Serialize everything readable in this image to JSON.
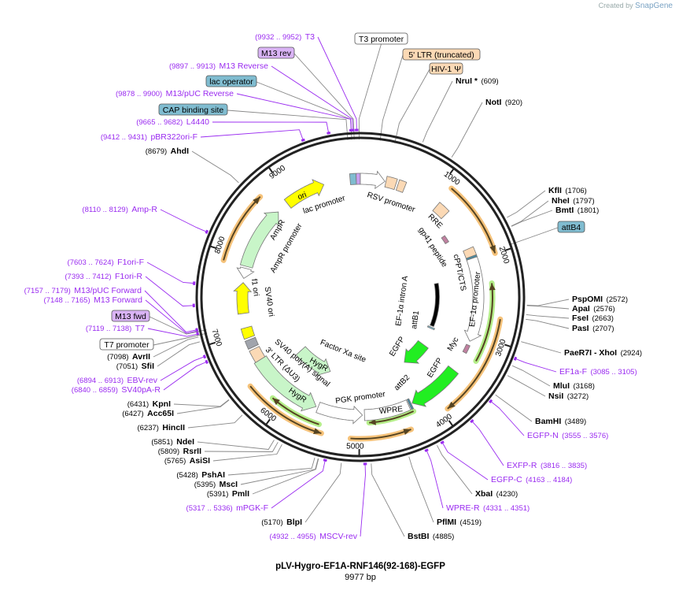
{
  "credit": {
    "prefix": "Created by",
    "brand": "SnapGene"
  },
  "map": {
    "title": "pLV-Hygro-EF1A-RNF146(92-168)-EGFP",
    "length_label": "9977 bp",
    "length_bp": 9977,
    "ticks": [
      "1000",
      "2000",
      "3000",
      "4000",
      "5000",
      "6000",
      "7000",
      "8000",
      "9000"
    ]
  },
  "colors": {
    "primer": "#9a2bf0",
    "enzyme": "#000000",
    "ring": "#222222",
    "orf": "#f5b04a",
    "promoter_box": "#ffffff",
    "ltr": "#fbd9b5",
    "ampr_hygr": "#c8f5c8",
    "egfp": "#22ee22",
    "ori": "#ffff00",
    "operator": "#80bcd0",
    "m13": "#d9b3f5"
  },
  "features": [
    {
      "name": "ori"
    },
    {
      "name": "lac promoter"
    },
    {
      "name": "RSV promoter"
    },
    {
      "name": "RRE"
    },
    {
      "name": "gp41 peptide"
    },
    {
      "name": "cPPT/CTS"
    },
    {
      "name": "EF-1α promoter"
    },
    {
      "name": "Myc"
    },
    {
      "name": "EF-1α intron A"
    },
    {
      "name": "attB1"
    },
    {
      "name": "EGFP"
    },
    {
      "name": "EGFP"
    },
    {
      "name": "attB2"
    },
    {
      "name": "WPRE"
    },
    {
      "name": "PGK promoter"
    },
    {
      "name": "Factor Xa site"
    },
    {
      "name": "HygR"
    },
    {
      "name": "HygR"
    },
    {
      "name": "SV40 poly(A) signal"
    },
    {
      "name": "3' LTR (ΔU3)"
    },
    {
      "name": "SV40 ori"
    },
    {
      "name": "f1 ori"
    },
    {
      "name": "AmpR promoter"
    },
    {
      "name": "AmpR"
    }
  ],
  "labels": [
    {
      "type": "primer",
      "range": "(9932 .. 9952)",
      "name": "T3",
      "bp": 9942
    },
    {
      "type": "box",
      "name": "M13 rev",
      "bp": 9915,
      "color": "#d9b3f5"
    },
    {
      "type": "primer",
      "range": "(9897 .. 9913)",
      "name": "M13 Reverse",
      "bp": 9905
    },
    {
      "type": "box",
      "name": "lac operator",
      "bp": 9890,
      "color": "#80bcd0"
    },
    {
      "type": "primer",
      "range": "(9878 .. 9900)",
      "name": "M13/pUC Reverse",
      "bp": 9889
    },
    {
      "type": "box",
      "name": "CAP binding site",
      "bp": 9850,
      "color": "#80bcd0"
    },
    {
      "type": "primer",
      "range": "(9665 .. 9682)",
      "name": "L4440",
      "bp": 9673
    },
    {
      "type": "primer",
      "range": "(9412 .. 9431)",
      "name": "pBR322ori-F",
      "bp": 9421
    },
    {
      "type": "enzyme",
      "range": "(8679)",
      "name": "AhdI",
      "bp": 8679
    },
    {
      "type": "primer",
      "range": "(8110 .. 8129)",
      "name": "Amp-R",
      "bp": 8119
    },
    {
      "type": "primer",
      "range": "(7603 .. 7624)",
      "name": "F1ori-F",
      "bp": 7613
    },
    {
      "type": "primer",
      "range": "(7393 .. 7412)",
      "name": "F1ori-R",
      "bp": 7402
    },
    {
      "type": "primer",
      "range": "(7157 .. 7179)",
      "name": "M13/pUC Forward",
      "bp": 7168
    },
    {
      "type": "primer",
      "range": "(7148 .. 7165)",
      "name": "M13 Forward",
      "bp": 7156
    },
    {
      "type": "box",
      "name": "M13 fwd",
      "bp": 7150,
      "color": "#d9b3f5"
    },
    {
      "type": "primer",
      "range": "(7119 .. 7138)",
      "name": "T7",
      "bp": 7128
    },
    {
      "type": "box",
      "name": "T7 promoter",
      "bp": 7115,
      "color": "#ffffff"
    },
    {
      "type": "enzyme",
      "range": "(7098)",
      "name": "AvrII",
      "bp": 7098
    },
    {
      "type": "enzyme",
      "range": "(7051)",
      "name": "SfiI",
      "bp": 7051
    },
    {
      "type": "primer",
      "range": "(6894 .. 6913)",
      "name": "EBV-rev",
      "bp": 6903
    },
    {
      "type": "primer",
      "range": "(6840 .. 6859)",
      "name": "SV40pA-R",
      "bp": 6849
    },
    {
      "type": "enzyme",
      "range": "(6431)",
      "name": "KpnI",
      "bp": 6431
    },
    {
      "type": "enzyme",
      "range": "(6427)",
      "name": "Acc65I",
      "bp": 6427
    },
    {
      "type": "enzyme",
      "range": "(6237)",
      "name": "HincII",
      "bp": 6237
    },
    {
      "type": "enzyme",
      "range": "(5851)",
      "name": "NdeI",
      "bp": 5851
    },
    {
      "type": "enzyme",
      "range": "(5809)",
      "name": "RsrII",
      "bp": 5809
    },
    {
      "type": "enzyme",
      "range": "(5765)",
      "name": "AsiSI",
      "bp": 5765
    },
    {
      "type": "enzyme",
      "range": "(5428)",
      "name": "PshAI",
      "bp": 5428
    },
    {
      "type": "enzyme",
      "range": "(5395)",
      "name": "MscI",
      "bp": 5395
    },
    {
      "type": "enzyme",
      "range": "(5391)",
      "name": "PmlI",
      "bp": 5391
    },
    {
      "type": "primer",
      "range": "(5317 .. 5336)",
      "name": "mPGK-F",
      "bp": 5326
    },
    {
      "type": "enzyme",
      "range": "(5170)",
      "name": "BlpI",
      "bp": 5170
    },
    {
      "type": "primer",
      "range": "(4932 .. 4955)",
      "name": "MSCV-rev",
      "bp": 4943
    },
    {
      "type": "enzyme",
      "range": "(4885)",
      "name": "BstBI",
      "bp": 4885
    },
    {
      "type": "enzyme",
      "range": "(4519)",
      "name": "PflMI",
      "bp": 4519
    },
    {
      "type": "primer",
      "range": "(4331 .. 4351)",
      "name": "WPRE-R",
      "bp": 4341
    },
    {
      "type": "enzyme",
      "range": "(4230)",
      "name": "XbaI",
      "bp": 4230
    },
    {
      "type": "primer",
      "range": "(4163 .. 4184)",
      "name": "EGFP-C",
      "bp": 4173
    },
    {
      "type": "primer",
      "range": "(3816 .. 3835)",
      "name": "EXFP-R",
      "bp": 3825
    },
    {
      "type": "primer",
      "range": "(3555 .. 3576)",
      "name": "EGFP-N",
      "bp": 3565
    },
    {
      "type": "enzyme",
      "range": "(3489)",
      "name": "BamHI",
      "bp": 3489
    },
    {
      "type": "enzyme",
      "range": "(3272)",
      "name": "NsiI",
      "bp": 3272
    },
    {
      "type": "enzyme",
      "range": "(3168)",
      "name": "MluI",
      "bp": 3168
    },
    {
      "type": "primer",
      "range": "(3085 .. 3105)",
      "name": "EF1a-F",
      "bp": 3095
    },
    {
      "type": "enzyme",
      "range": "(2924)",
      "name": "PaeR7I - XhoI",
      "bp": 2924
    },
    {
      "type": "enzyme",
      "range": "(2707)",
      "name": "PasI",
      "bp": 2707
    },
    {
      "type": "enzyme",
      "range": "(2663)",
      "name": "FseI",
      "bp": 2663
    },
    {
      "type": "enzyme",
      "range": "(2576)",
      "name": "ApaI",
      "bp": 2576
    },
    {
      "type": "enzyme",
      "range": "(2572)",
      "name": "PspOMI",
      "bp": 2572
    },
    {
      "type": "box",
      "name": "attB4",
      "bp": 1960,
      "color": "#80bcd0"
    },
    {
      "type": "enzyme",
      "range": "(1801)",
      "name": "BmtI",
      "bp": 1801
    },
    {
      "type": "enzyme",
      "range": "(1797)",
      "name": "NheI",
      "bp": 1797
    },
    {
      "type": "enzyme",
      "range": "(1706)",
      "name": "KflI",
      "bp": 1706
    },
    {
      "type": "enzyme",
      "range": "(920)",
      "name": "NotI",
      "bp": 920
    },
    {
      "type": "enzyme",
      "range": "(609)",
      "name": "NruI *",
      "bp": 609
    },
    {
      "type": "box",
      "name": "HIV-1 Ψ",
      "bp": 350,
      "color": "#fbd9b5"
    },
    {
      "type": "box",
      "name": "5' LTR (truncated)",
      "bp": 200,
      "color": "#fbd9b5"
    },
    {
      "type": "box",
      "name": "T3 promoter",
      "bp": 9965,
      "color": "#ffffff"
    }
  ]
}
